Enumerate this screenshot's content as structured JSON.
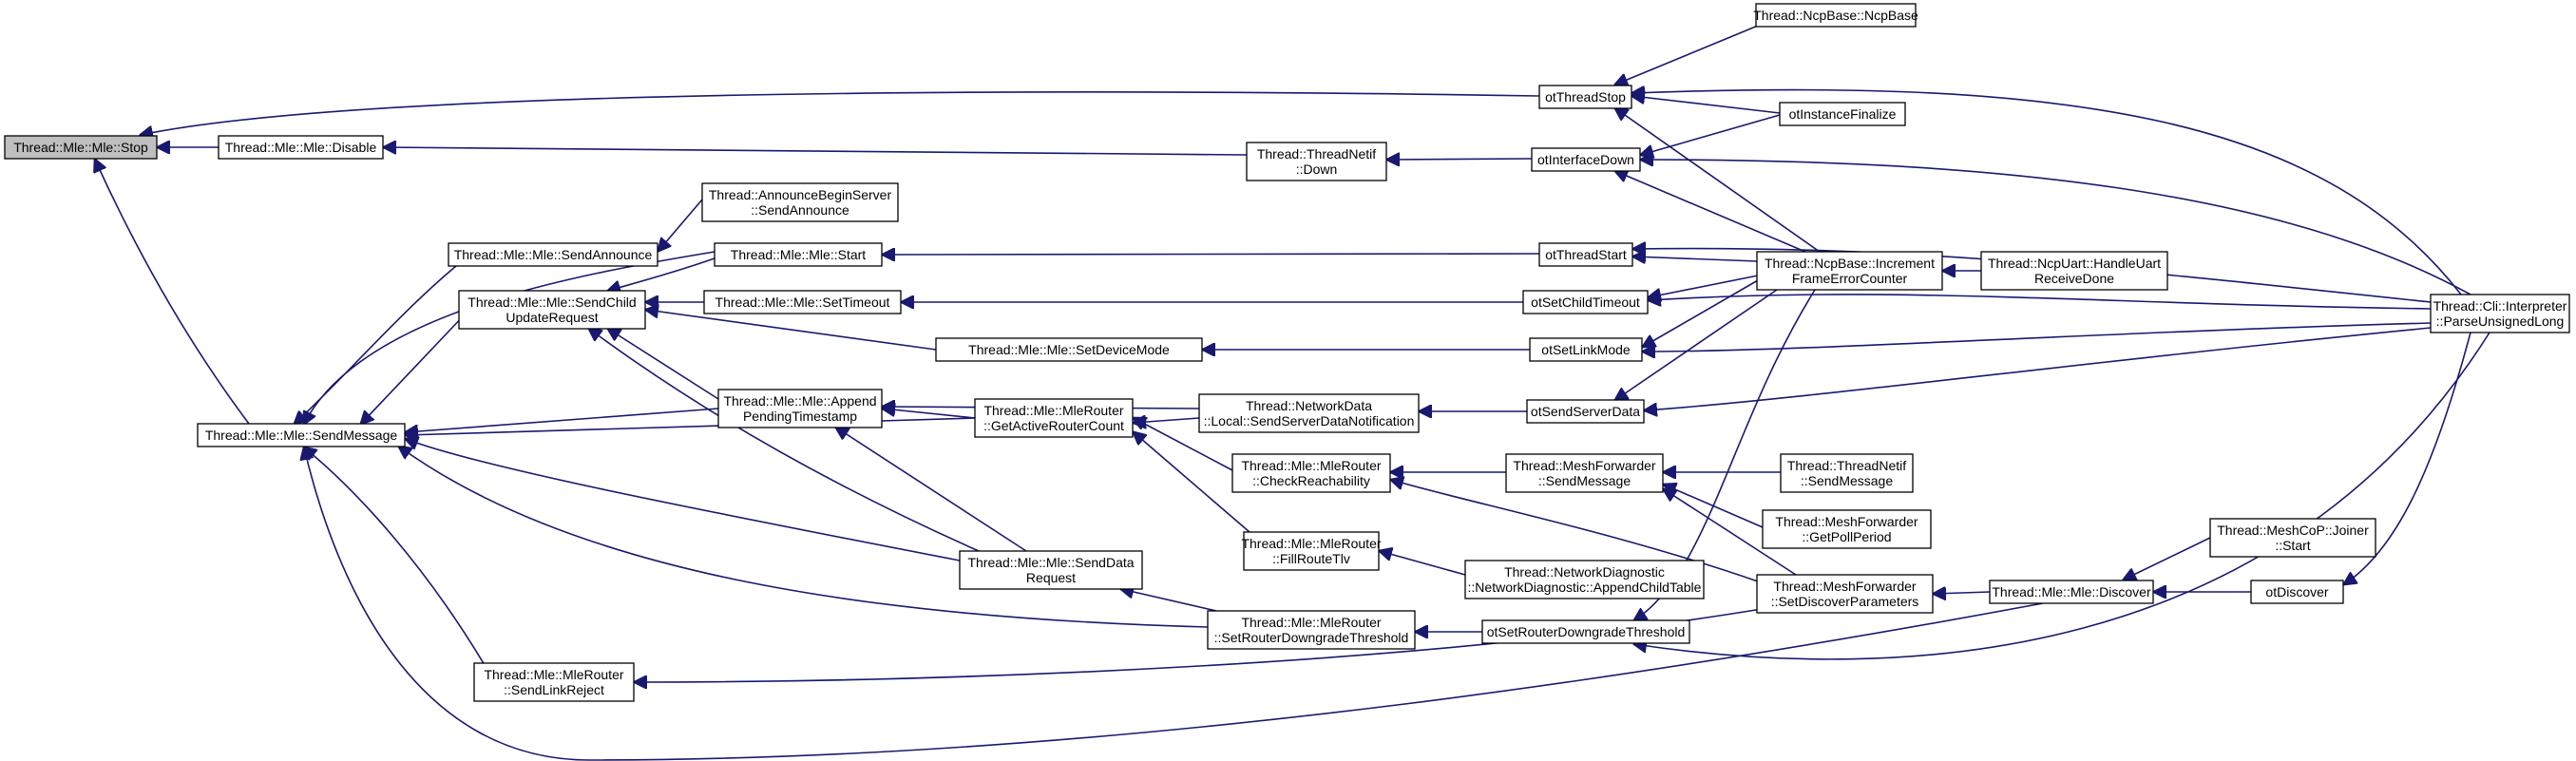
{
  "nodes": [
    {
      "id": "stop",
      "lines": [
        "Thread::Mle::Mle::Stop"
      ],
      "root": true
    },
    {
      "id": "disable",
      "lines": [
        "Thread::Mle::Mle::Disable"
      ]
    },
    {
      "id": "sendmessage",
      "lines": [
        "Thread::Mle::Mle::SendMessage"
      ]
    },
    {
      "id": "sendannounce",
      "lines": [
        "Thread::Mle::Mle::SendAnnounce"
      ]
    },
    {
      "id": "sendchild",
      "lines": [
        "Thread::Mle::Mle::SendChild",
        "UpdateRequest"
      ]
    },
    {
      "id": "sendlinkreject",
      "lines": [
        "Thread::Mle::MleRouter",
        "::SendLinkReject"
      ]
    },
    {
      "id": "announcebegin",
      "lines": [
        "Thread::AnnounceBeginServer",
        "::SendAnnounce"
      ]
    },
    {
      "id": "mlestart",
      "lines": [
        "Thread::Mle::Mle::Start"
      ]
    },
    {
      "id": "settimeout",
      "lines": [
        "Thread::Mle::Mle::SetTimeout"
      ]
    },
    {
      "id": "appendpending",
      "lines": [
        "Thread::Mle::Mle::Append",
        "PendingTimestamp"
      ]
    },
    {
      "id": "getactive",
      "lines": [
        "Thread::Mle::MleRouter",
        "::GetActiveRouterCount"
      ]
    },
    {
      "id": "senddata",
      "lines": [
        "Thread::Mle::Mle::SendData",
        "Request"
      ]
    },
    {
      "id": "setdevicemode",
      "lines": [
        "Thread::Mle::Mle::SetDeviceMode"
      ]
    },
    {
      "id": "threadnetifdown",
      "lines": [
        "Thread::ThreadNetif",
        "::Down"
      ]
    },
    {
      "id": "networkdata",
      "lines": [
        "Thread::NetworkData",
        "::Local::SendServerDataNotification"
      ]
    },
    {
      "id": "checkreach",
      "lines": [
        "Thread::Mle::MleRouter",
        "::CheckReachability"
      ]
    },
    {
      "id": "fillroute",
      "lines": [
        "Thread::Mle::MleRouter",
        "::FillRouteTlv"
      ]
    },
    {
      "id": "setrouterdown",
      "lines": [
        "Thread::Mle::MleRouter",
        "::SetRouterDowngradeThreshold"
      ]
    },
    {
      "id": "otthreadstop",
      "lines": [
        "otThreadStop"
      ]
    },
    {
      "id": "otinterfacedown",
      "lines": [
        "otInterfaceDown"
      ]
    },
    {
      "id": "otthreadstart",
      "lines": [
        "otThreadStart"
      ]
    },
    {
      "id": "otsetchildtimeout",
      "lines": [
        "otSetChildTimeout"
      ]
    },
    {
      "id": "otsetlinkmode",
      "lines": [
        "otSetLinkMode"
      ]
    },
    {
      "id": "otsendserverdata",
      "lines": [
        "otSendServerData"
      ]
    },
    {
      "id": "meshsendmessage",
      "lines": [
        "Thread::MeshForwarder",
        "::SendMessage"
      ]
    },
    {
      "id": "netdiag",
      "lines": [
        "Thread::NetworkDiagnostic",
        "::NetworkDiagnostic::AppendChildTable"
      ]
    },
    {
      "id": "otsetrouterdown",
      "lines": [
        "otSetRouterDowngradeThreshold"
      ]
    },
    {
      "id": "ncpbasencpbase",
      "lines": [
        "Thread::NcpBase::NcpBase"
      ]
    },
    {
      "id": "otinstancefinalize",
      "lines": [
        "otInstanceFinalize"
      ]
    },
    {
      "id": "ncpincrement",
      "lines": [
        "Thread::NcpBase::Increment",
        "FrameErrorCounter"
      ]
    },
    {
      "id": "threadnetifsend",
      "lines": [
        "Thread::ThreadNetif",
        "::SendMessage"
      ]
    },
    {
      "id": "getpollperiod",
      "lines": [
        "Thread::MeshForwarder",
        "::GetPollPeriod"
      ]
    },
    {
      "id": "setdiscover",
      "lines": [
        "Thread::MeshForwarder",
        "::SetDiscoverParameters"
      ]
    },
    {
      "id": "ncpuart",
      "lines": [
        "Thread::NcpUart::HandleUart",
        "ReceiveDone"
      ]
    },
    {
      "id": "mlediscover",
      "lines": [
        "Thread::Mle::Mle::Discover"
      ]
    },
    {
      "id": "joinerstart",
      "lines": [
        "Thread::MeshCoP::Joiner",
        "::Start"
      ]
    },
    {
      "id": "otdiscover",
      "lines": [
        "otDiscover"
      ]
    },
    {
      "id": "cliparse",
      "lines": [
        "Thread::Cli::Interpreter",
        "::ParseUnsignedLong"
      ]
    }
  ]
}
